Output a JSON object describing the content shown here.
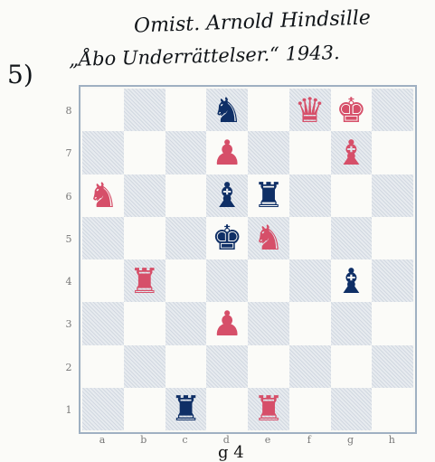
{
  "header": {
    "problem_number": "5)",
    "author": "Omist. Arnold Hindsille",
    "source": "„Åbo Underrättelser.“ 1943."
  },
  "board": {
    "ranks": [
      "8",
      "7",
      "6",
      "5",
      "4",
      "3",
      "2",
      "1"
    ],
    "files": [
      "a",
      "b",
      "c",
      "d",
      "e",
      "f",
      "g",
      "h"
    ],
    "pieces": [
      {
        "square": "d8",
        "color": "black",
        "type": "knight"
      },
      {
        "square": "f8",
        "color": "white",
        "type": "queen"
      },
      {
        "square": "g8",
        "color": "white",
        "type": "king"
      },
      {
        "square": "d7",
        "color": "white",
        "type": "pawn"
      },
      {
        "square": "g7",
        "color": "white",
        "type": "bishop"
      },
      {
        "square": "a6",
        "color": "white",
        "type": "knight"
      },
      {
        "square": "d6",
        "color": "black",
        "type": "bishop"
      },
      {
        "square": "e6",
        "color": "black",
        "type": "rook"
      },
      {
        "square": "d5",
        "color": "black",
        "type": "king"
      },
      {
        "square": "e5",
        "color": "white",
        "type": "knight"
      },
      {
        "square": "b4",
        "color": "white",
        "type": "rook"
      },
      {
        "square": "g4",
        "color": "black",
        "type": "bishop"
      },
      {
        "square": "d3",
        "color": "white",
        "type": "pawn"
      },
      {
        "square": "c1",
        "color": "black",
        "type": "rook"
      },
      {
        "square": "e1",
        "color": "white",
        "type": "rook"
      }
    ]
  },
  "footer_mark": "g 4"
}
